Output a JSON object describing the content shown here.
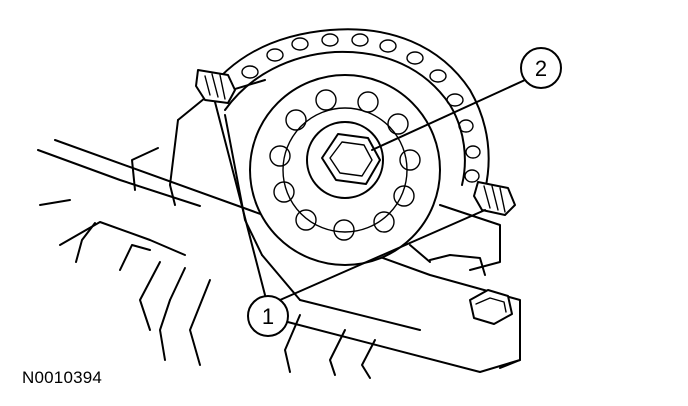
{
  "figure": {
    "id_label": "N0010394"
  },
  "callouts": [
    {
      "label": "1",
      "text": "1"
    },
    {
      "label": "2",
      "text": "2"
    }
  ],
  "colors": {
    "line": "#000000",
    "background": "#ffffff"
  }
}
